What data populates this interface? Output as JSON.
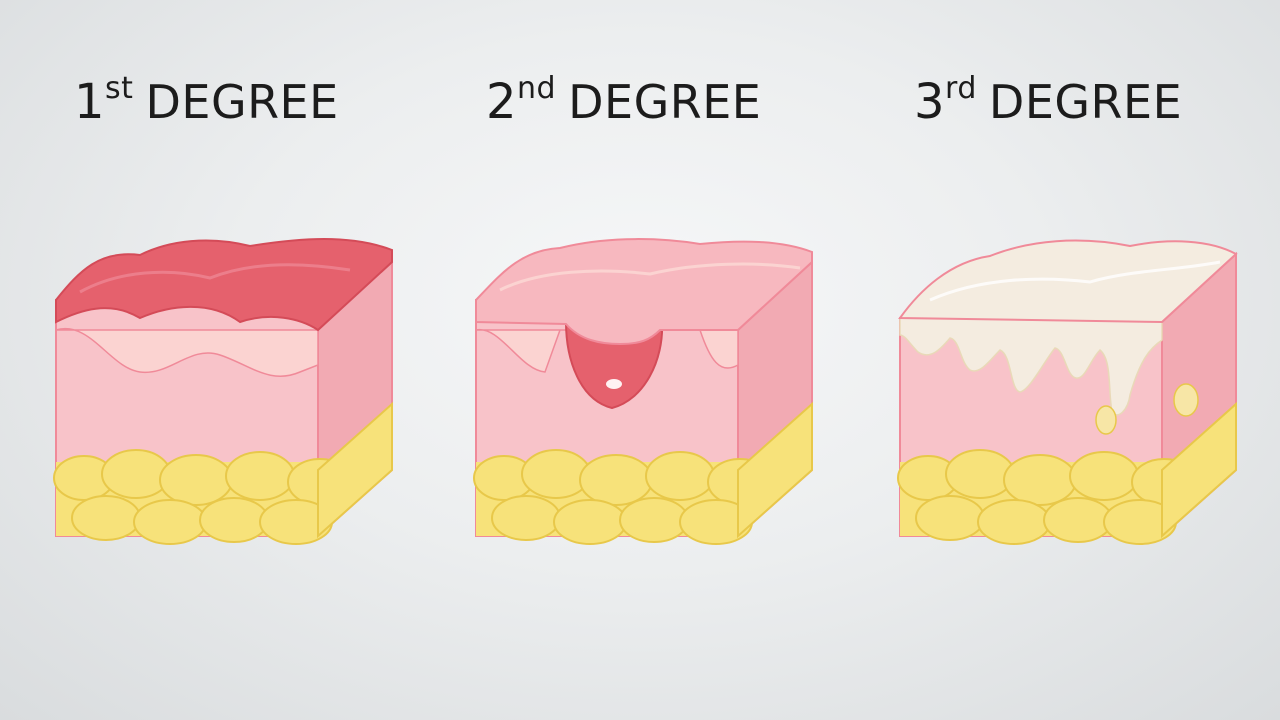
{
  "labels": [
    {
      "number": "1",
      "suffix": "st",
      "word": "DEGREE"
    },
    {
      "number": "2",
      "suffix": "nd",
      "word": "DEGREE"
    },
    {
      "number": "3",
      "suffix": "rd",
      "word": "DEGREE"
    }
  ],
  "colors": {
    "background": "#eceeef",
    "dermis": "#f8c3c9",
    "dermis_side": "#f2aab3",
    "epidermis": "#fbd3d1",
    "outline": "#f08a99",
    "fat": "#f7e27a",
    "fat_outline": "#e8c84a",
    "burn_red": "#e5616d",
    "blister_pink": "#f7b8bf",
    "char_cream": "#f4ece0"
  }
}
